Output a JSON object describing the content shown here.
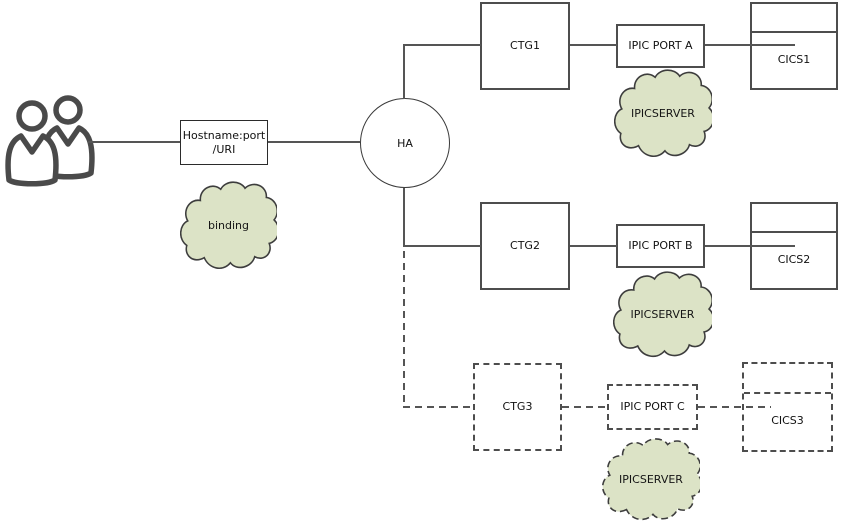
{
  "diagram": {
    "entry": {
      "hostname_line1": "Hostname:port",
      "hostname_line2": "/URI",
      "binding_cloud_label": "binding"
    },
    "router": {
      "label": "HA"
    },
    "branches": {
      "branch1": {
        "ctg": "CTG1",
        "ipic_port": "IPIC PORT A",
        "cics": "CICS1",
        "cloud": "IPICSERVER"
      },
      "branch2": {
        "ctg": "CTG2",
        "ipic_port": "IPIC PORT B",
        "cics": "CICS2",
        "cloud": "IPICSERVER"
      },
      "branch3": {
        "ctg": "CTG3",
        "ipic_port": "IPIC PORT C",
        "cics": "CICS3",
        "cloud": "IPICSERVER"
      }
    },
    "icons": {
      "users": "users-icon"
    },
    "colors": {
      "cloud_fill": "#dce3c6",
      "cloud_stroke": "#3d3d3d",
      "box_border": "#4d4d4d",
      "connector": "#555555",
      "icon_stroke": "#4a4a4a",
      "background": "#ffffff"
    }
  }
}
